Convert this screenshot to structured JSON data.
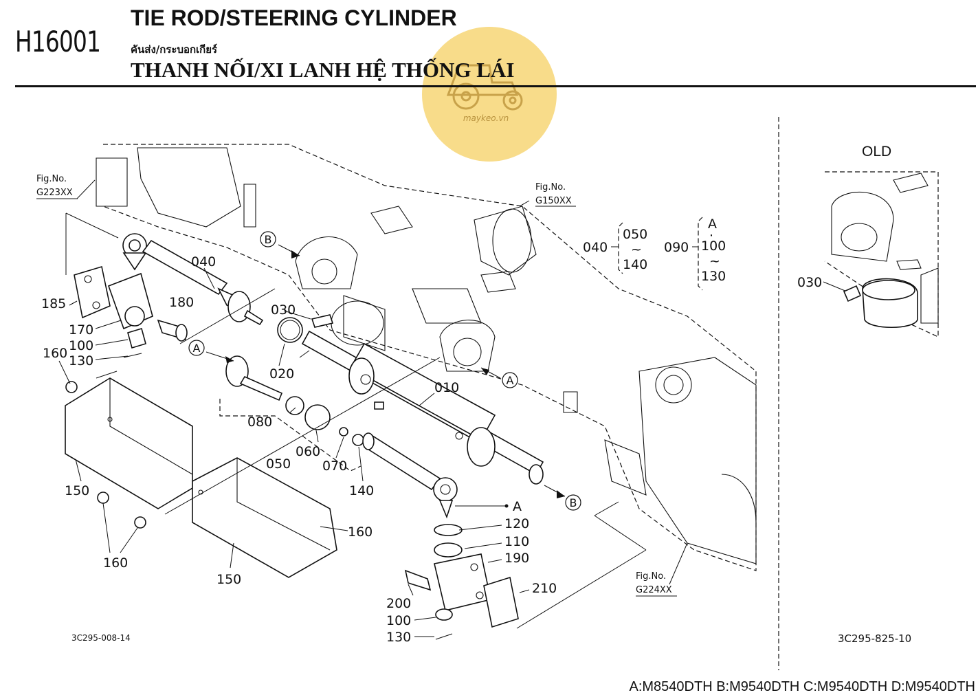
{
  "header": {
    "code": "H16001",
    "title_en": "TIE ROD/STEERING CYLINDER",
    "title_th": "คันส่ง/กระบอกเกียร์",
    "title_vi": "THANH NỐI/XI LANH HỆ THỐNG LÁI"
  },
  "watermark": {
    "text": "maykeo.vn",
    "color": "#f8dc8a"
  },
  "figure_refs": [
    {
      "line1": "Fig.No.",
      "line2": "G223XX"
    },
    {
      "line1": "Fig.No.",
      "line2": "G150XX"
    },
    {
      "line1": "Fig.No.",
      "line2": "G224XX"
    }
  ],
  "part_labels": {
    "p010": "010",
    "p020": "020",
    "p030": "030",
    "p040": "040",
    "p050": "050",
    "p060": "060",
    "p070": "070",
    "p080": "080",
    "p100": "100",
    "p100b": "100",
    "p110": "110",
    "p120": "120",
    "p130": "130",
    "p130b": "130",
    "p140": "140",
    "p150": "150",
    "p150b": "150",
    "p160": "160",
    "p160b": "160",
    "p160c": "160",
    "p170": "170",
    "p180": "180",
    "p185": "185",
    "p190": "190",
    "p200": "200",
    "p210": "210",
    "pold030": "030"
  },
  "groups": {
    "g040": {
      "main": "040",
      "top": "050",
      "tilde": "~",
      "bottom": "140"
    },
    "g090": {
      "main": "090",
      "top": "A",
      "dot": "·",
      "mid": "100",
      "tilde": "~",
      "bottom": "130"
    }
  },
  "callouts": {
    "a1": "A",
    "a2": "A",
    "a3": "A",
    "b1": "B",
    "b2": "B"
  },
  "old_section": {
    "title": "OLD",
    "part_label": "030",
    "drawing_no": "3C295-825-10"
  },
  "drawing_no": "3C295-008-14",
  "footer": "A:M8540DTH B:M9540DTH C:M9540DTH D:M9540DTH"
}
